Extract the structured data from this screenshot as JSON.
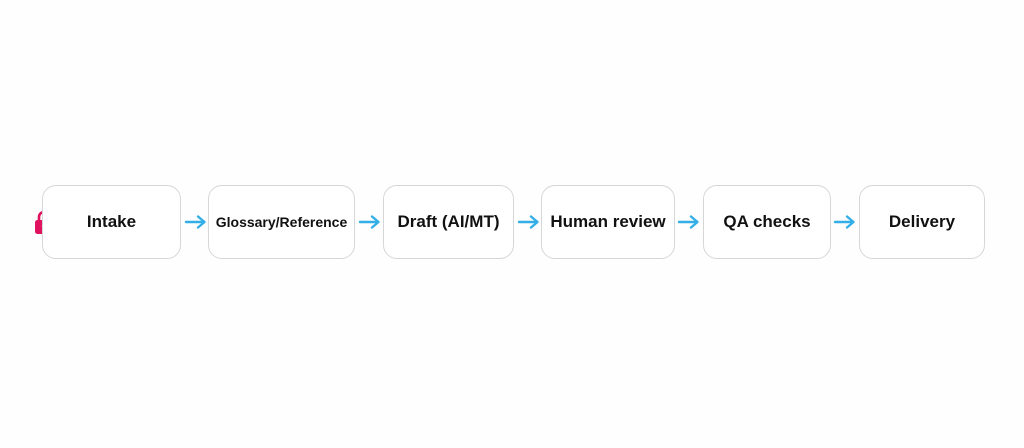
{
  "diagram": {
    "accent_color": "#e0115f",
    "arrow_color": "#33aee6",
    "lock_icon": "lock-icon",
    "steps": [
      {
        "label": "Intake"
      },
      {
        "label": "Glossary/Reference"
      },
      {
        "label": "Draft (AI/MT)"
      },
      {
        "label": "Human review"
      },
      {
        "label": "QA checks"
      },
      {
        "label": "Delivery"
      }
    ]
  }
}
